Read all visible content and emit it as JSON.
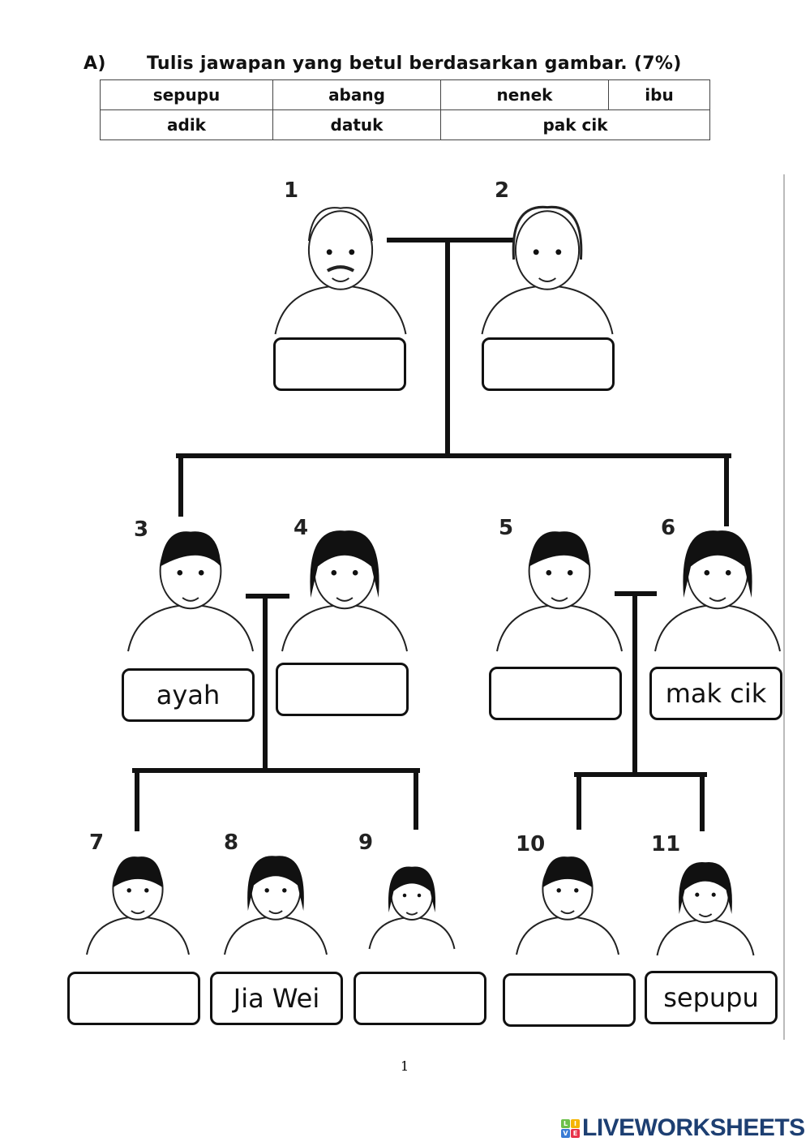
{
  "instruction": {
    "label": "A)",
    "text": "Tulis jawapan yang betul berdasarkan gambar. (7%)"
  },
  "word_bank": {
    "row1": [
      "sepupu",
      "abang",
      "nenek",
      "ibu"
    ],
    "row2": [
      "adik",
      "datuk",
      "pak cik"
    ]
  },
  "family": [
    {
      "number": "1",
      "answer": ""
    },
    {
      "number": "2",
      "answer": ""
    },
    {
      "number": "3",
      "answer": "ayah"
    },
    {
      "number": "4",
      "answer": ""
    },
    {
      "number": "5",
      "answer": ""
    },
    {
      "number": "6",
      "answer": "mak cik"
    },
    {
      "number": "7",
      "answer": ""
    },
    {
      "number": "8",
      "answer": "Jia Wei"
    },
    {
      "number": "9",
      "answer": ""
    },
    {
      "number": "10",
      "answer": ""
    },
    {
      "number": "11",
      "answer": "sepupu"
    }
  ],
  "page_number": "1",
  "footer": {
    "brand": "LIVEWORKSHEETS",
    "logo_letters": [
      "L",
      "I",
      "V",
      "E"
    ]
  },
  "colors": {
    "brand": "#1d3f72",
    "tiles": [
      "#6cc04a",
      "#f5b400",
      "#3a7bd5",
      "#e8334a"
    ]
  }
}
